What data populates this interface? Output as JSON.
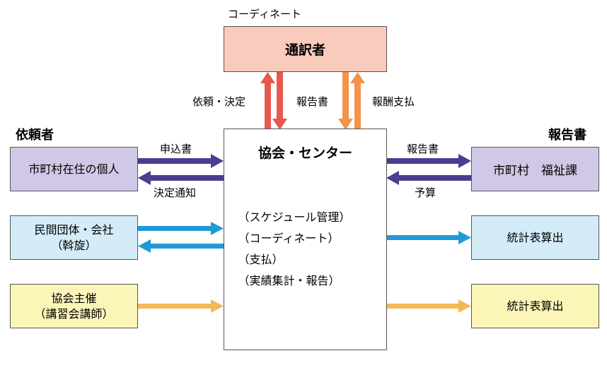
{
  "interpreter": {
    "caption": "コーディネート",
    "title": "通訳者"
  },
  "flow_labels": {
    "request_decision": "依頼・決定",
    "report_up": "報告書",
    "fee_payment": "報酬支払",
    "application": "申込書",
    "decision_notice": "決定通知",
    "report_right": "報告書",
    "budget": "予算"
  },
  "requester": {
    "heading": "依頼者",
    "individual": "市町村在住の個人",
    "private_line1": "民間団体・会社",
    "private_line2": "（斡旋）",
    "assoc_line1": "協会主催",
    "assoc_line2": "（講習会講師）"
  },
  "center": {
    "title": "協会・センター",
    "tasks": [
      "（スケジュール管理）",
      "（コーディネート）",
      "（支払）",
      "（実績集計・報告）"
    ]
  },
  "report": {
    "heading": "報告書",
    "welfare": "市町村　福祉課",
    "stats1": "統計表算出",
    "stats2": "統計表算出"
  },
  "colors": {
    "interpreter_fill": "#f8cbbd",
    "purple_fill": "#d0c8e6",
    "blue_fill": "#d3ecf8",
    "yellow_fill": "#fcf5b8",
    "arrow_red": "#e8584f",
    "arrow_orange": "#f4934a",
    "arrow_purple": "#4b3d8f",
    "arrow_blue": "#1f9ad6",
    "arrow_yellow": "#f2b955"
  }
}
